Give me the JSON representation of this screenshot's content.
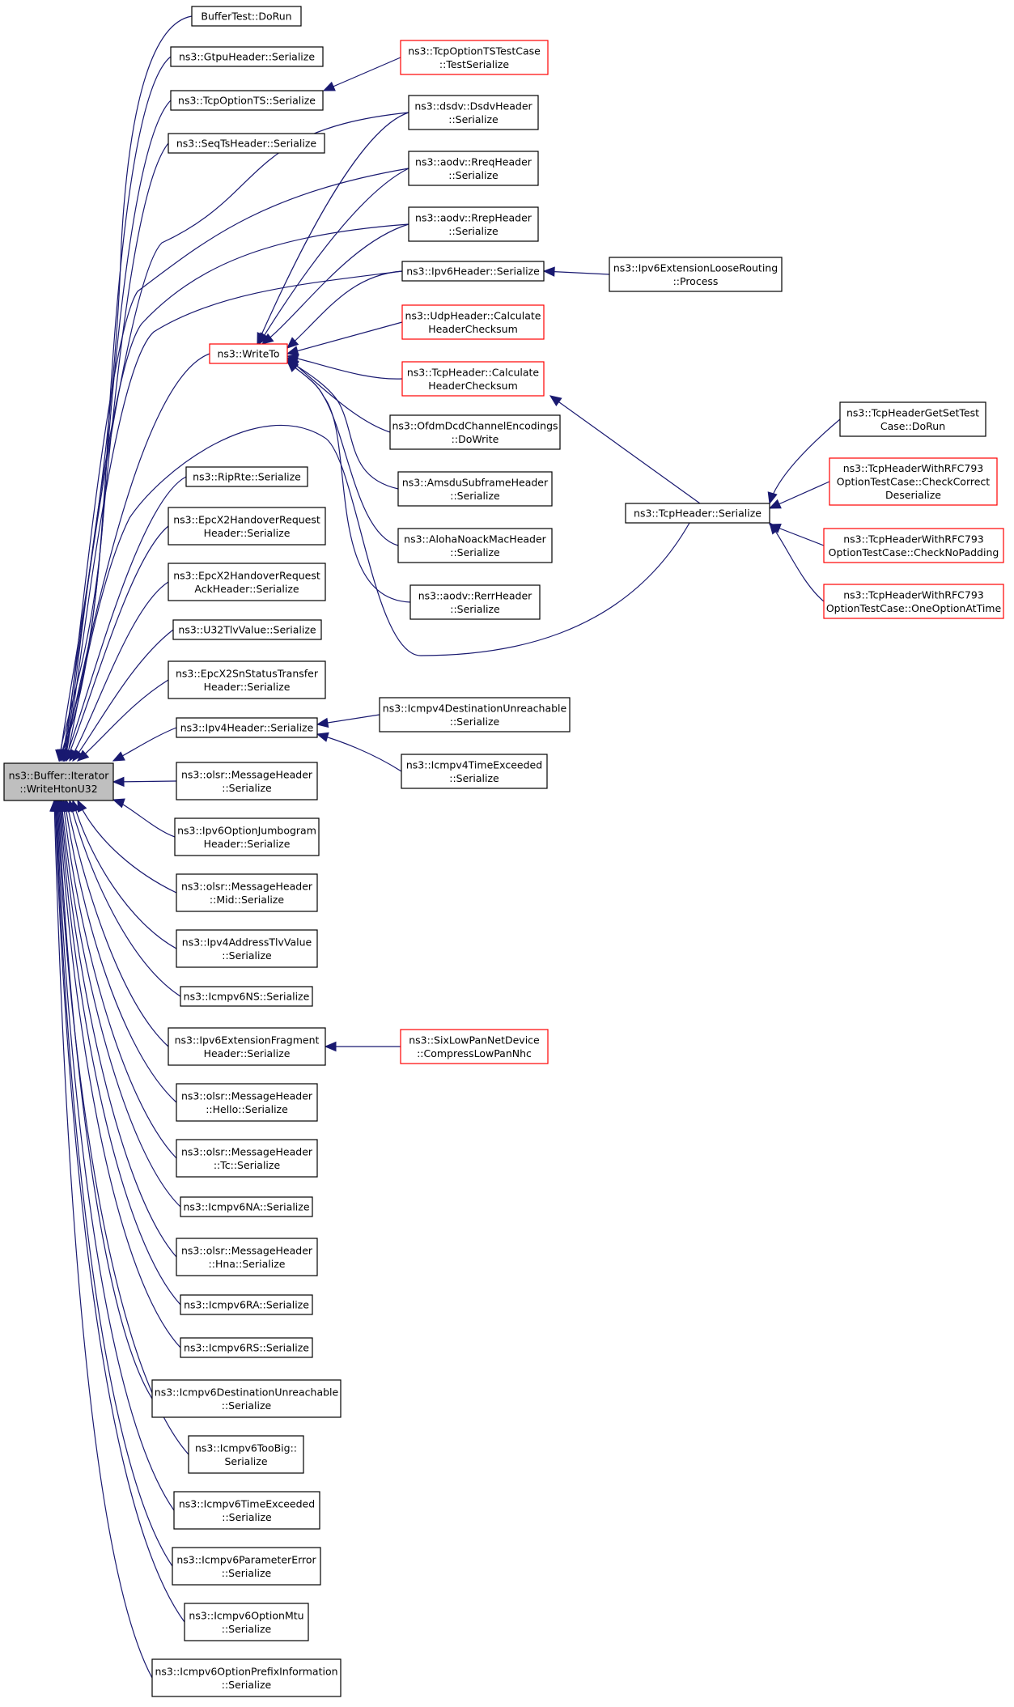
{
  "graph": {
    "colors": {
      "edge": "#191970",
      "node_border": "#000000",
      "node_border_highlight": "#ff0000",
      "root_fill": "#bfbfbf",
      "node_fill": "#ffffff"
    },
    "nodes": [
      {
        "id": "root",
        "lines": [
          "ns3::Buffer::Iterator",
          "::WriteHtonU32"
        ],
        "style": "root"
      },
      {
        "id": "bt",
        "lines": [
          "BufferTest::DoRun"
        ],
        "style": "normal"
      },
      {
        "id": "gtpu",
        "lines": [
          "ns3::GtpuHeader::Serialize"
        ],
        "style": "normal"
      },
      {
        "id": "tcpopts",
        "lines": [
          "ns3::TcpOptionTS::Serialize"
        ],
        "style": "normal"
      },
      {
        "id": "seqts",
        "lines": [
          "ns3::SeqTsHeader::Serialize"
        ],
        "style": "normal"
      },
      {
        "id": "writeto",
        "lines": [
          "ns3::WriteTo"
        ],
        "style": "red"
      },
      {
        "id": "riprte",
        "lines": [
          "ns3::RipRte::Serialize"
        ],
        "style": "normal"
      },
      {
        "id": "epchr",
        "lines": [
          "ns3::EpcX2HandoverRequest",
          "Header::Serialize"
        ],
        "style": "normal"
      },
      {
        "id": "epchra",
        "lines": [
          "ns3::EpcX2HandoverRequest",
          "AckHeader::Serialize"
        ],
        "style": "normal"
      },
      {
        "id": "u32tlv",
        "lines": [
          "ns3::U32TlvValue::Serialize"
        ],
        "style": "normal"
      },
      {
        "id": "epcsn",
        "lines": [
          "ns3::EpcX2SnStatusTransfer",
          "Header::Serialize"
        ],
        "style": "normal"
      },
      {
        "id": "ipv4h",
        "lines": [
          "ns3::Ipv4Header::Serialize"
        ],
        "style": "normal"
      },
      {
        "id": "olsrmh",
        "lines": [
          "ns3::olsr::MessageHeader",
          "::Serialize"
        ],
        "style": "normal"
      },
      {
        "id": "ipv6jumbo",
        "lines": [
          "ns3::Ipv6OptionJumbogram",
          "Header::Serialize"
        ],
        "style": "normal"
      },
      {
        "id": "olsrmid",
        "lines": [
          "ns3::olsr::MessageHeader",
          "::Mid::Serialize"
        ],
        "style": "normal"
      },
      {
        "id": "ipv4addr",
        "lines": [
          "ns3::Ipv4AddressTlvValue",
          "::Serialize"
        ],
        "style": "normal"
      },
      {
        "id": "icmpns",
        "lines": [
          "ns3::Icmpv6NS::Serialize"
        ],
        "style": "normal"
      },
      {
        "id": "ipv6frag",
        "lines": [
          "ns3::Ipv6ExtensionFragment",
          "Header::Serialize"
        ],
        "style": "normal"
      },
      {
        "id": "olsrhello",
        "lines": [
          "ns3::olsr::MessageHeader",
          "::Hello::Serialize"
        ],
        "style": "normal"
      },
      {
        "id": "olsrtc",
        "lines": [
          "ns3::olsr::MessageHeader",
          "::Tc::Serialize"
        ],
        "style": "normal"
      },
      {
        "id": "icmpna",
        "lines": [
          "ns3::Icmpv6NA::Serialize"
        ],
        "style": "normal"
      },
      {
        "id": "olsrhna",
        "lines": [
          "ns3::olsr::MessageHeader",
          "::Hna::Serialize"
        ],
        "style": "normal"
      },
      {
        "id": "icmpra",
        "lines": [
          "ns3::Icmpv6RA::Serialize"
        ],
        "style": "normal"
      },
      {
        "id": "icmprs",
        "lines": [
          "ns3::Icmpv6RS::Serialize"
        ],
        "style": "normal"
      },
      {
        "id": "icmpdu",
        "lines": [
          "ns3::Icmpv6DestinationUnreachable",
          "::Serialize"
        ],
        "style": "normal"
      },
      {
        "id": "icmptb",
        "lines": [
          "ns3::Icmpv6TooBig::",
          "Serialize"
        ],
        "style": "normal"
      },
      {
        "id": "icmpte",
        "lines": [
          "ns3::Icmpv6TimeExceeded",
          "::Serialize"
        ],
        "style": "normal"
      },
      {
        "id": "icmppe",
        "lines": [
          "ns3::Icmpv6ParameterError",
          "::Serialize"
        ],
        "style": "normal"
      },
      {
        "id": "icmpmtu",
        "lines": [
          "ns3::Icmpv6OptionMtu",
          "::Serialize"
        ],
        "style": "normal"
      },
      {
        "id": "icmppi",
        "lines": [
          "ns3::Icmpv6OptionPrefixInformation",
          "::Serialize"
        ],
        "style": "normal"
      },
      {
        "id": "tcpoptstc",
        "lines": [
          "ns3::TcpOptionTSTestCase",
          "::TestSerialize"
        ],
        "style": "red"
      },
      {
        "id": "dsdv",
        "lines": [
          "ns3::dsdv::DsdvHeader",
          "::Serialize"
        ],
        "style": "normal"
      },
      {
        "id": "rreq",
        "lines": [
          "ns3::aodv::RreqHeader",
          "::Serialize"
        ],
        "style": "normal"
      },
      {
        "id": "rrep",
        "lines": [
          "ns3::aodv::RrepHeader",
          "::Serialize"
        ],
        "style": "normal"
      },
      {
        "id": "ipv6h",
        "lines": [
          "ns3::Ipv6Header::Serialize"
        ],
        "style": "normal"
      },
      {
        "id": "udpck",
        "lines": [
          "ns3::UdpHeader::Calculate",
          "HeaderChecksum"
        ],
        "style": "red"
      },
      {
        "id": "tcpck",
        "lines": [
          "ns3::TcpHeader::Calculate",
          "HeaderChecksum"
        ],
        "style": "red"
      },
      {
        "id": "ofdm",
        "lines": [
          "ns3::OfdmDcdChannelEncodings",
          "::DoWrite"
        ],
        "style": "normal"
      },
      {
        "id": "amsdu",
        "lines": [
          "ns3::AmsduSubframeHeader",
          "::Serialize"
        ],
        "style": "normal"
      },
      {
        "id": "aloha",
        "lines": [
          "ns3::AlohaNoackMacHeader",
          "::Serialize"
        ],
        "style": "normal"
      },
      {
        "id": "rerr",
        "lines": [
          "ns3::aodv::RerrHeader",
          "::Serialize"
        ],
        "style": "normal"
      },
      {
        "id": "icmp4du",
        "lines": [
          "ns3::Icmpv4DestinationUnreachable",
          "::Serialize"
        ],
        "style": "normal"
      },
      {
        "id": "icmp4te",
        "lines": [
          "ns3::Icmpv4TimeExceeded",
          "::Serialize"
        ],
        "style": "normal"
      },
      {
        "id": "sixlow",
        "lines": [
          "ns3::SixLowPanNetDevice",
          "::CompressLowPanNhc"
        ],
        "style": "red"
      },
      {
        "id": "ipv6loose",
        "lines": [
          "ns3::Ipv6ExtensionLooseRouting",
          "::Process"
        ],
        "style": "normal"
      },
      {
        "id": "tcphs",
        "lines": [
          "ns3::TcpHeader::Serialize"
        ],
        "style": "normal"
      },
      {
        "id": "tcpget",
        "lines": [
          "ns3::TcpHeaderGetSetTest",
          "Case::DoRun"
        ],
        "style": "normal"
      },
      {
        "id": "tcp793a",
        "lines": [
          "ns3::TcpHeaderWithRFC793",
          "OptionTestCase::CheckCorrect",
          "Deserialize"
        ],
        "style": "red"
      },
      {
        "id": "tcp793b",
        "lines": [
          "ns3::TcpHeaderWithRFC793",
          "OptionTestCase::CheckNoPadding"
        ],
        "style": "red"
      },
      {
        "id": "tcp793c",
        "lines": [
          "ns3::TcpHeaderWithRFC793",
          "OptionTestCase::OneOptionAtTime"
        ],
        "style": "red"
      }
    ],
    "edges": [
      {
        "from": "bt",
        "to": "root"
      },
      {
        "from": "gtpu",
        "to": "root"
      },
      {
        "from": "tcpopts",
        "to": "root"
      },
      {
        "from": "seqts",
        "to": "root"
      },
      {
        "from": "writeto",
        "to": "root"
      },
      {
        "from": "riprte",
        "to": "root"
      },
      {
        "from": "epchr",
        "to": "root"
      },
      {
        "from": "epchra",
        "to": "root"
      },
      {
        "from": "u32tlv",
        "to": "root"
      },
      {
        "from": "epcsn",
        "to": "root"
      },
      {
        "from": "ipv4h",
        "to": "root"
      },
      {
        "from": "olsrmh",
        "to": "root"
      },
      {
        "from": "ipv6jumbo",
        "to": "root"
      },
      {
        "from": "olsrmid",
        "to": "root"
      },
      {
        "from": "ipv4addr",
        "to": "root"
      },
      {
        "from": "icmpns",
        "to": "root"
      },
      {
        "from": "ipv6frag",
        "to": "root"
      },
      {
        "from": "olsrhello",
        "to": "root"
      },
      {
        "from": "olsrtc",
        "to": "root"
      },
      {
        "from": "icmpna",
        "to": "root"
      },
      {
        "from": "olsrhna",
        "to": "root"
      },
      {
        "from": "icmpra",
        "to": "root"
      },
      {
        "from": "icmprs",
        "to": "root"
      },
      {
        "from": "icmpdu",
        "to": "root"
      },
      {
        "from": "icmptb",
        "to": "root"
      },
      {
        "from": "icmpte",
        "to": "root"
      },
      {
        "from": "icmppe",
        "to": "root"
      },
      {
        "from": "icmpmtu",
        "to": "root"
      },
      {
        "from": "icmppi",
        "to": "root"
      },
      {
        "from": "dsdv",
        "to": "root"
      },
      {
        "from": "rreq",
        "to": "root"
      },
      {
        "from": "rrep",
        "to": "root"
      },
      {
        "from": "ipv6h",
        "to": "root"
      },
      {
        "from": "tcphs",
        "to": "root"
      },
      {
        "from": "tcpoptstc",
        "to": "tcpopts"
      },
      {
        "from": "dsdv",
        "to": "writeto"
      },
      {
        "from": "rreq",
        "to": "writeto"
      },
      {
        "from": "rrep",
        "to": "writeto"
      },
      {
        "from": "ipv6h",
        "to": "writeto"
      },
      {
        "from": "udpck",
        "to": "writeto"
      },
      {
        "from": "tcpck",
        "to": "writeto"
      },
      {
        "from": "ofdm",
        "to": "writeto"
      },
      {
        "from": "amsdu",
        "to": "writeto"
      },
      {
        "from": "aloha",
        "to": "writeto"
      },
      {
        "from": "rerr",
        "to": "writeto"
      },
      {
        "from": "icmp4du",
        "to": "ipv4h"
      },
      {
        "from": "icmp4te",
        "to": "ipv4h"
      },
      {
        "from": "sixlow",
        "to": "ipv6frag"
      },
      {
        "from": "ipv6loose",
        "to": "ipv6h"
      },
      {
        "from": "tcphs",
        "to": "tcpck"
      },
      {
        "from": "tcpget",
        "to": "tcphs"
      },
      {
        "from": "tcp793a",
        "to": "tcphs"
      },
      {
        "from": "tcp793b",
        "to": "tcphs"
      },
      {
        "from": "tcp793c",
        "to": "tcphs"
      }
    ]
  }
}
